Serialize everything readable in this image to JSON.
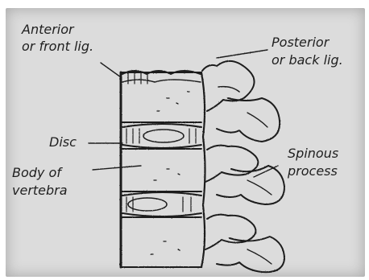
{
  "labels": {
    "anterior_line1": "Anterior",
    "anterior_line2": "or front lig.",
    "posterior_line1": "Posterior",
    "posterior_line2": "or back lig.",
    "disc": "Disc",
    "body_line1": "Body of",
    "body_line2": "vertebra",
    "spinous_line1": "Spinous",
    "spinous_line2": "process"
  },
  "colors": {
    "paper": "#dcdcdc",
    "ink": "#1f1f1f"
  }
}
